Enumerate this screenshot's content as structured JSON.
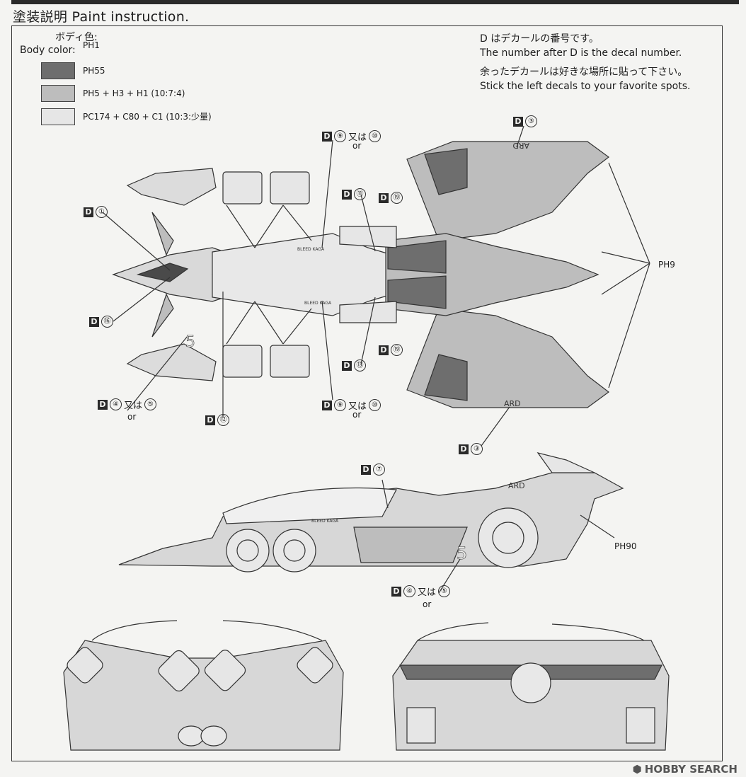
{
  "header": {
    "title": "塗装説明 Paint instruction."
  },
  "body_color": {
    "label_jp": "ボディ色:",
    "label_en": "Body color:",
    "code": "PH1"
  },
  "swatches": [
    {
      "color": "#6e6e6e",
      "formula": "PH55"
    },
    {
      "color": "#bdbdbd",
      "formula": "PH5 + H3 + H1 (10:7:4)"
    },
    {
      "color": "#e6e6e6",
      "formula": "PC174 + C80 + C1 (10:3:少量)"
    }
  ],
  "notes": {
    "line1_jp": "D はデカールの番号です。",
    "line1_en": "The number after D is the decal number.",
    "line2_jp": "余ったデカールは好きな場所に貼って下さい。",
    "line2_en": "Stick the left decals to your favorite spots."
  },
  "decal_labels": {
    "d1": "①",
    "d3": "③",
    "d7": "⑦",
    "d9": "⑨",
    "d10": "⑩",
    "d11": "⑪",
    "d12": "⑫",
    "d13": "⑬",
    "d16": "⑯",
    "d19": "⑲",
    "d4": "④",
    "d5": "⑤",
    "or_jp": "又は",
    "or_en": "or"
  },
  "paint_callouts": {
    "ph9": "PH9",
    "ph90": "PH90"
  },
  "car_text": {
    "ard": "ARD",
    "bleed": "BLEED KAGA",
    "num": "5"
  },
  "watermark": "HOBBY SEARCH"
}
